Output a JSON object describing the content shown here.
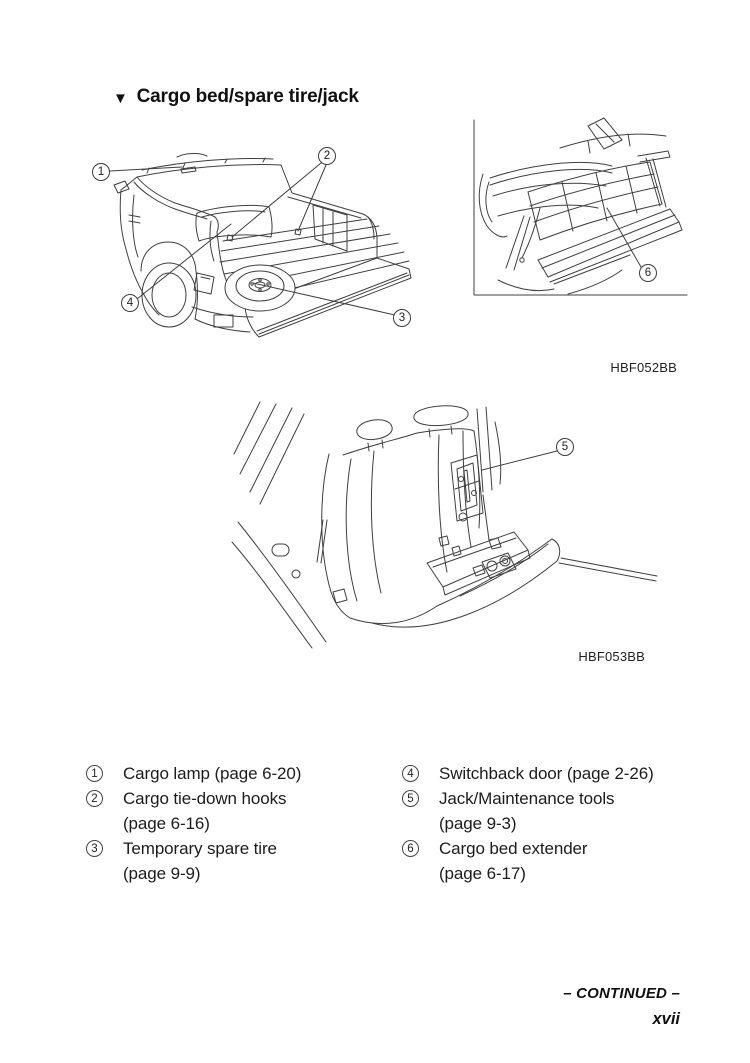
{
  "header": {
    "marker": "▼",
    "title": "Cargo bed/spare tire/jack"
  },
  "figures": {
    "cargo_bed": {
      "code": "HBF052BB",
      "depicts": "rear view of vehicle with open tailgate and spare tire in cargo bed",
      "callouts": [
        "1",
        "2",
        "3",
        "4"
      ]
    },
    "bed_extender": {
      "depicts": "cargo bed extender deployed over open tailgate",
      "callouts": [
        "6"
      ]
    },
    "rear_seat": {
      "code": "HBF053BB",
      "depicts": "rear seat interior with jack and maintenance tools storage",
      "callouts": [
        "5"
      ]
    }
  },
  "legend": {
    "left": [
      {
        "num": "1",
        "lines": [
          "Cargo lamp (page 6-20)"
        ]
      },
      {
        "num": "2",
        "lines": [
          "Cargo tie-down hooks",
          "(page 6-16)"
        ]
      },
      {
        "num": "3",
        "lines": [
          "Temporary spare tire",
          "(page 9-9)"
        ]
      }
    ],
    "right": [
      {
        "num": "4",
        "lines": [
          "Switchback door (page 2-26)"
        ]
      },
      {
        "num": "5",
        "lines": [
          "Jack/Maintenance tools",
          "(page 9-3)"
        ]
      },
      {
        "num": "6",
        "lines": [
          "Cargo bed extender",
          "(page 6-17)"
        ]
      }
    ]
  },
  "footer": {
    "continued": "– CONTINUED –",
    "page_number": "xvii"
  },
  "colors": {
    "ink": "#1c1c1c",
    "line_art": "#3f3f3f",
    "paper": "#ffffff"
  }
}
